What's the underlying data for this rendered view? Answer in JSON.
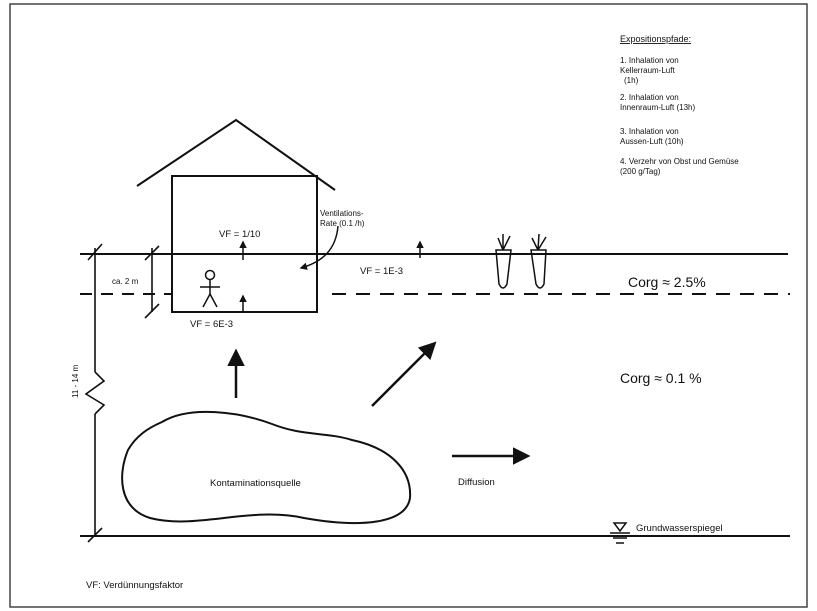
{
  "legend": {
    "title": "Expositionspfade:",
    "items": [
      {
        "num": "1.",
        "lines": [
          "1. Inhalation von",
          "Kellerraum-Luft",
          "(1h)"
        ]
      },
      {
        "num": "2.",
        "lines": [
          "2. Inhalation von",
          "Innenraum-Luft (13h)"
        ]
      },
      {
        "num": "3.",
        "lines": [
          "3. Inhalation von",
          "Aussen-Luft (10h)"
        ]
      },
      {
        "num": "4.",
        "lines": [
          "4. Verzehr von Obst und Gemüse",
          "(200 g/Tag)"
        ]
      }
    ]
  },
  "labels": {
    "ventilation": [
      "Ventilations-",
      "Rate (0.1 /h)"
    ],
    "vf_house": "VF = 1/10",
    "vf_outdoor": "VF = 1E-3",
    "vf_basement": "VF = 6E-3",
    "depth_top": "ca. 2 m",
    "depth_total": "11 - 14 m",
    "corg_top": "Corg ≈ 2.5%",
    "corg_deep": "Corg ≈ 0.1 %",
    "source": "Kontaminationsquelle",
    "diffusion": "Diffusion",
    "groundwater": "Grundwasserspiegel",
    "footnote": "VF: Verdünnungsfaktor"
  },
  "colors": {
    "ink": "#111111",
    "border": "#444444",
    "background": "#ffffff"
  }
}
